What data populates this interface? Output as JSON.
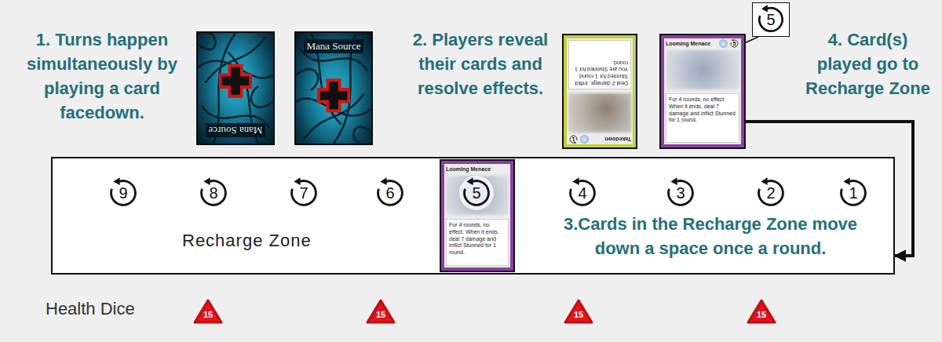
{
  "diagram": {
    "nodes": [
      {
        "text": [
          "Mana Source"
        ]
      },
      {
        "text": [
          "Mana Source"
        ]
      },
      {
        "text": [
          "Takedown",
          "1",
          "Deal 2 damage. Inflict Stunned for 1 round. You are Stunned for 1 round."
        ]
      },
      {
        "text": [
          "Looming Menace",
          "5",
          "For 4 rounds, no effect. When it ends, deal 7 damage and inflict Stunned for 1 round."
        ]
      },
      {
        "text": [
          "5"
        ]
      },
      {
        "text": [
          "Recharge Zone"
        ]
      },
      {
        "text": [
          "9"
        ],
        "in": 5
      },
      {
        "text": [
          "8"
        ],
        "in": 5
      },
      {
        "text": [
          "7"
        ],
        "in": 5
      },
      {
        "text": [
          "6"
        ],
        "in": 5
      },
      {
        "text": [
          "Looming Menace",
          "For 4 rounds, no effect. When it ends, deal 7 damage and inflict Stunned for 1 round."
        ],
        "in": 5
      },
      {
        "text": [
          "5"
        ],
        "in": 5
      },
      {
        "text": [
          "4"
        ],
        "in": 5
      },
      {
        "text": [
          "3"
        ],
        "in": 5
      },
      {
        "text": [
          "2"
        ],
        "in": 5
      },
      {
        "text": [
          "1"
        ],
        "in": 5
      },
      {
        "text": [
          "15"
        ]
      },
      {
        "text": [
          "15"
        ]
      },
      {
        "text": [
          "15"
        ]
      },
      {
        "text": [
          "15"
        ]
      }
    ],
    "edges": [
      {
        "from": 3,
        "to": 5,
        "arrow": "to"
      },
      {
        "from": 4,
        "to": 3,
        "arrow": "none"
      }
    ],
    "labels": [
      "1. Turns happen simultaneously by playing a card facedown.",
      "2. Players reveal their cards and resolve effects.",
      "4. Card(s) played go to Recharge Zone",
      "3.Cards in the Recharge Zone move down a space once a round.",
      "Health Dice"
    ]
  }
}
